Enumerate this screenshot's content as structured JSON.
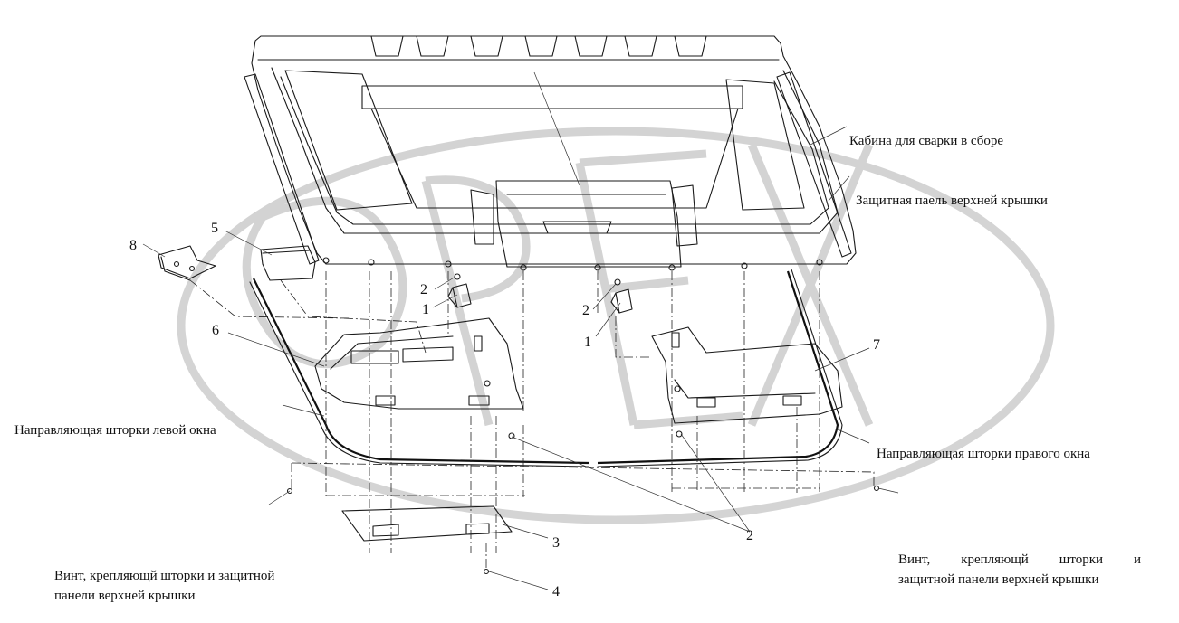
{
  "labels": {
    "cab_assembly": "Кабина для сварки в сборе",
    "top_cover_panel": "Защитная паель верхней крышки",
    "left_window_guide": "Направляющая шторки левой окна",
    "right_window_guide": "Направляющая шторки правого окна",
    "screw_left_line1": "Винт, крепляющй шторки и защитной",
    "screw_left_line2": "панели верхней крышки",
    "screw_right_line1_words": [
      "Винт,",
      "крепляющй",
      "шторки",
      "и"
    ],
    "screw_right_line2": "защитной панели верхней крышки"
  },
  "callouts": {
    "n1a": "1",
    "n1b": "1",
    "n2a": "2",
    "n2b": "2",
    "n2c": "2",
    "n3": "3",
    "n4": "4",
    "n5": "5",
    "n6": "6",
    "n7": "7",
    "n8": "8"
  },
  "watermark": {
    "text": "OPEX",
    "color": "#cfcfcf"
  }
}
